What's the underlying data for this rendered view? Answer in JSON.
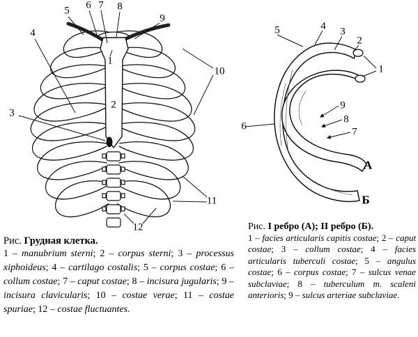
{
  "fig1": {
    "labels": [
      "1",
      "2",
      "3",
      "4",
      "5",
      "6",
      "7",
      "8",
      "9",
      "10",
      "11",
      "12"
    ],
    "caption": {
      "prefix": "Рис.",
      "title": "Грудная клетка."
    },
    "items": [
      {
        "num": "1 –",
        "term": "manubrium sterni",
        "sep": ";"
      },
      {
        "num": "2 –",
        "term": "corpus sterni",
        "sep": ";"
      },
      {
        "num": "3 –",
        "term": "processus xiphoideus",
        "sep": ";"
      },
      {
        "num": "4 –",
        "term": "cartilago costalis",
        "sep": ";"
      },
      {
        "num": "5 –",
        "term": "corpus costae",
        "sep": ";"
      },
      {
        "num": "6 –",
        "term": "collum costae",
        "sep": ";"
      },
      {
        "num": "7 –",
        "term": "caput costae",
        "sep": ";"
      },
      {
        "num": "8 –",
        "term": "incisura jugularis",
        "sep": ";"
      },
      {
        "num": "9 –",
        "term": "incisura clavicularis",
        "sep": ";"
      },
      {
        "num": "10 –",
        "term": "costae verae",
        "sep": ";"
      },
      {
        "num": "11 –",
        "term": "costae spuriae",
        "sep": ";"
      },
      {
        "num": "12 –",
        "term": "costae fluctuantes",
        "sep": "."
      }
    ]
  },
  "fig2": {
    "labels": [
      "1",
      "2",
      "3",
      "4",
      "5",
      "6",
      "7",
      "8",
      "9"
    ],
    "letters": [
      "А",
      "Б"
    ],
    "caption": {
      "prefix": "Рис.",
      "title": "I ребро (А); II ребро (Б)."
    },
    "items": [
      {
        "num": "1 –",
        "term": "facies articularis capitis costae",
        "sep": ";"
      },
      {
        "num": "2 –",
        "term": "caput costae",
        "sep": ";"
      },
      {
        "num": "3 –",
        "term": "collum costae",
        "sep": ";"
      },
      {
        "num": "4 –",
        "term": "facies articularis tuberculi costae",
        "sep": ";"
      },
      {
        "num": "5 –",
        "term": "angulus costae",
        "sep": ";"
      },
      {
        "num": "6 –",
        "term": "corpus costae",
        "sep": ";"
      },
      {
        "num": "7 –",
        "term": "sulcus venae subclaviae",
        "sep": ";"
      },
      {
        "num": "8 –",
        "term": "tuberculum m. scaleni anterioris",
        "sep": ";"
      },
      {
        "num": "9 –",
        "term": "sulcus arteriae subclaviae",
        "sep": "."
      }
    ]
  }
}
